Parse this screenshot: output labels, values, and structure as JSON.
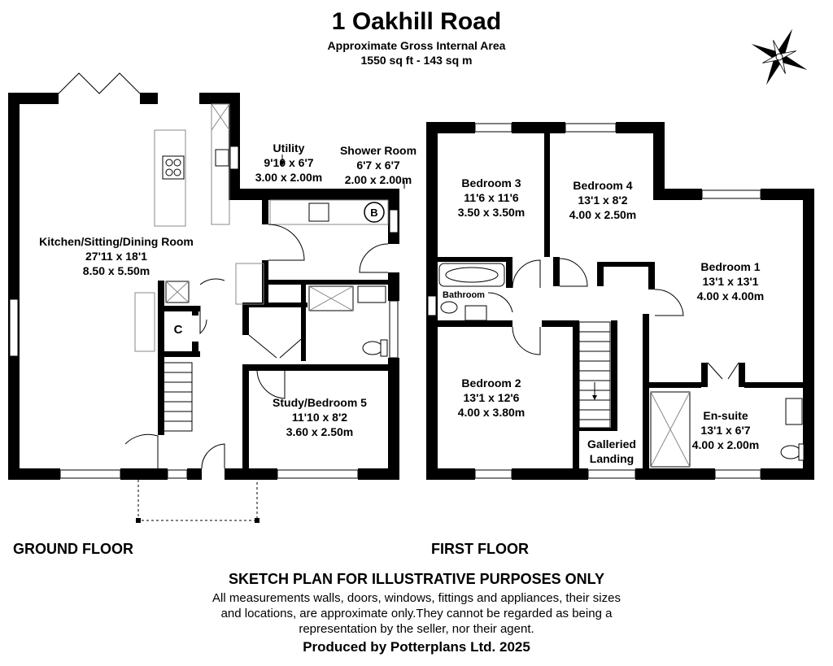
{
  "header": {
    "title": "1 Oakhill Road",
    "area_label": "Approximate Gross Internal Area",
    "area_value": "1550 sq ft - 143 sq m"
  },
  "compass": {
    "icon": "compass-rose-icon"
  },
  "ground_floor": {
    "label": "GROUND FLOOR",
    "rooms": {
      "kitchen": {
        "name": "Kitchen/Sitting/Dining Room",
        "imperial": "27'11 x 18'1",
        "metric": "8.50 x 5.50m"
      },
      "utility": {
        "name": "Utility",
        "imperial": "9'10 x 6'7",
        "metric": "3.00 x 2.00m"
      },
      "shower": {
        "name": "Shower Room",
        "imperial": "6'7 x 6'7",
        "metric": "2.00 x 2.00m"
      },
      "study": {
        "name": "Study/Bedroom 5",
        "imperial": "11'10 x 8'2",
        "metric": "3.60 x 2.50m"
      },
      "cupboard": {
        "name": "C"
      },
      "boiler": {
        "name": "B"
      }
    }
  },
  "first_floor": {
    "label": "FIRST FLOOR",
    "rooms": {
      "bedroom3": {
        "name": "Bedroom 3",
        "imperial": "11'6 x 11'6",
        "metric": "3.50 x 3.50m"
      },
      "bedroom4": {
        "name": "Bedroom 4",
        "imperial": "13'1 x 8'2",
        "metric": "4.00 x 2.50m"
      },
      "bedroom1": {
        "name": "Bedroom 1",
        "imperial": "13'1 x 13'1",
        "metric": "4.00 x 4.00m"
      },
      "bedroom2": {
        "name": "Bedroom 2",
        "imperial": "13'1 x 12'6",
        "metric": "4.00 x 3.80m"
      },
      "ensuite": {
        "name": "En-suite",
        "imperial": "13'1 x 6'7",
        "metric": "4.00 x 2.00m"
      },
      "bathroom": {
        "name": "Bathroom"
      },
      "landing": {
        "line1": "Galleried",
        "line2": "Landing"
      }
    }
  },
  "footer": {
    "heading": "SKETCH PLAN FOR ILLUSTRATIVE PURPOSES ONLY",
    "line1": "All measurements walls, doors, windows, fittings and appliances, their sizes",
    "line2": "and locations, are approximate only.They cannot be regarded as being a",
    "line3": "representation by the seller, nor their agent.",
    "producer": "Produced by Potterplans Ltd. 2025"
  }
}
